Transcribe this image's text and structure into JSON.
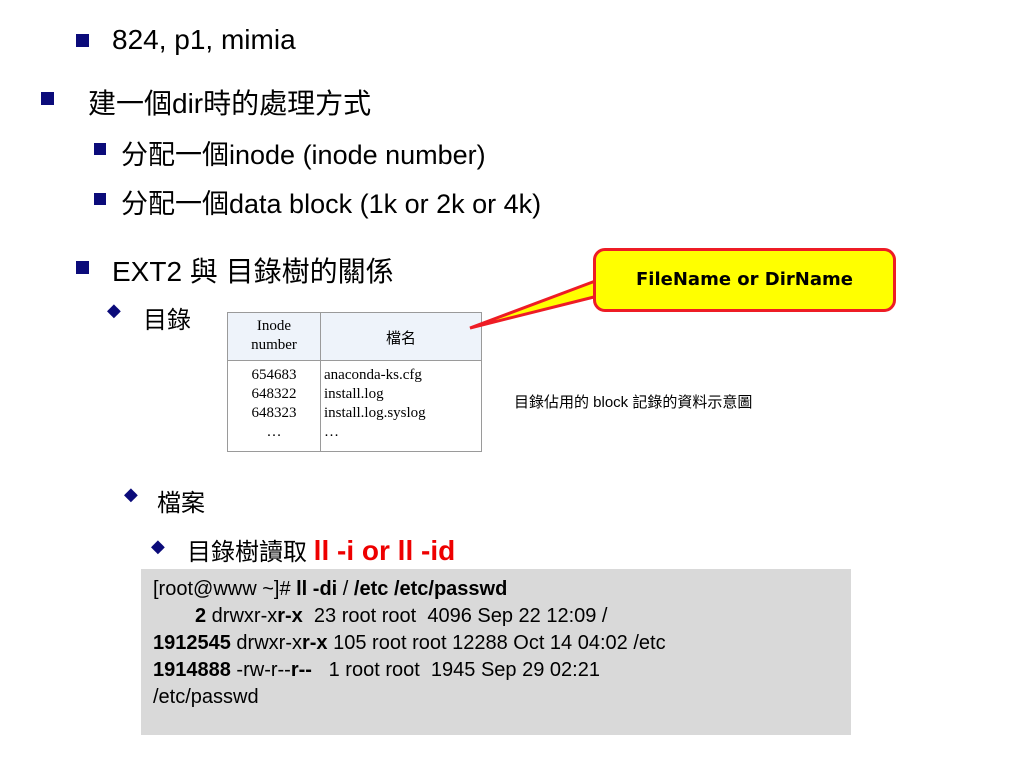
{
  "bullets": {
    "line1": "824, p1, mimia",
    "line2_pre": "建一個",
    "line2_mid": "dir",
    "line2_post": "時的處理方式",
    "sub1_pre": "分配一個",
    "sub1_post": "inode (inode number)",
    "sub2_pre": "分配一個",
    "sub2_post": "data block (1k or 2k or 4k)",
    "ext2_title": "EXT2 與 目錄樹的關係",
    "dir_label": "目錄",
    "file_label": "檔案",
    "read_label": "目錄樹讀取",
    "read_cmd": "ll -i or ll -id"
  },
  "callout": {
    "text": "FileName or DirName"
  },
  "dir_table": {
    "headers": [
      "Inode",
      "number",
      "檔名"
    ],
    "inodes": [
      "654683",
      "648322",
      "648323",
      "…"
    ],
    "names": [
      "anaconda-ks.cfg",
      "install.log",
      "install.log.syslog",
      "…"
    ]
  },
  "caption": "目錄佔用的 block 記錄的資料示意圖",
  "terminal": {
    "prompt": "[root@www ~]# ",
    "cmd": "ll -di",
    "args_1": " / ",
    "args_2": "/etc",
    "args_3": " ",
    "args_4": "/etc/passwd",
    "r1_inode": "2",
    "r1_perm_a": " drwxr-x",
    "r1_perm_b": "r-x",
    "r1_rest": "  23 root root  4096 Sep 22 12:09 /",
    "r2_inode": "1912545",
    "r2_perm_a": " drwxr-x",
    "r2_perm_b": "r-x",
    "r2_rest": " 105 root root 12288 Oct 14 04:02 /etc",
    "r3_inode": "1914888",
    "r3_perm_a": " -rw-r--",
    "r3_perm_b": "r--",
    "r3_rest": "   1 root root  1945 Sep 29 02:21",
    "r3_cont": "/etc/passwd"
  },
  "colors": {
    "bullet": "#0b0b7a",
    "accent_red": "#ee0000",
    "callout_bg": "#ffff00",
    "callout_border": "#ee1c25",
    "terminal_bg": "#d9d9d9"
  }
}
